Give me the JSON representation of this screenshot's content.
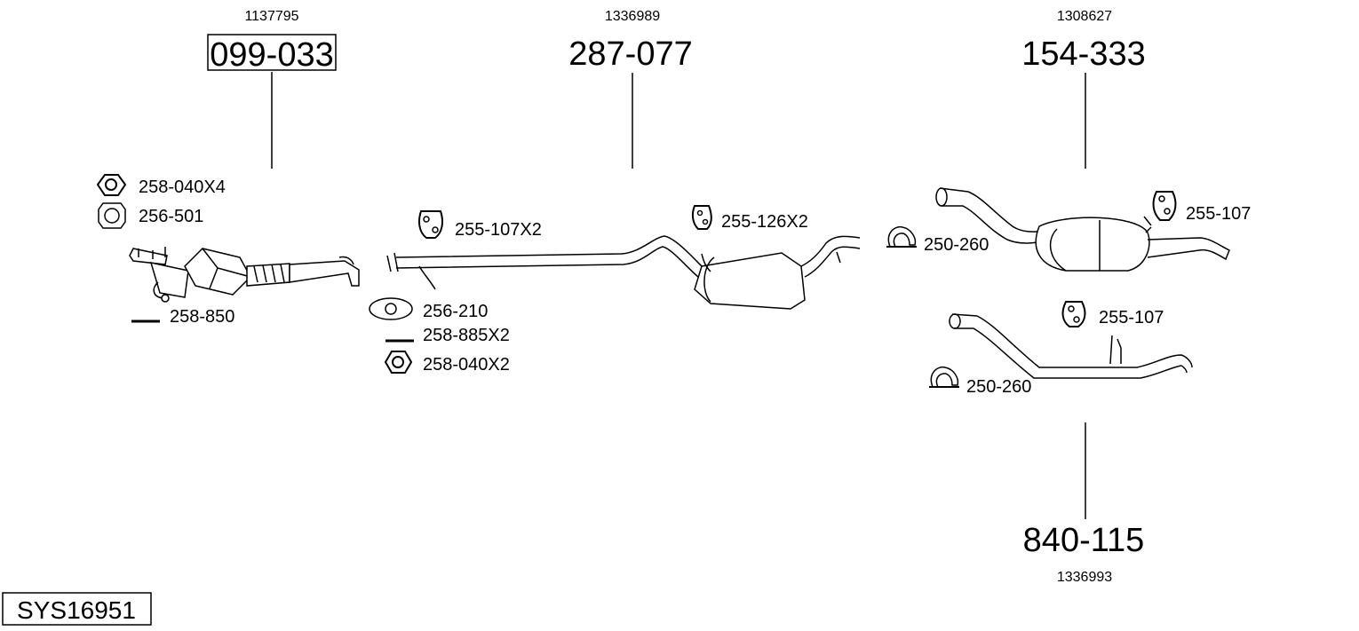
{
  "system": {
    "id": "SYS16951"
  },
  "main_parts": [
    {
      "name": "part-099-033",
      "oe_number": "1137795",
      "part_number": "099-033",
      "boxed": true
    },
    {
      "name": "part-287-077",
      "oe_number": "1336989",
      "part_number": "287-077",
      "boxed": false
    },
    {
      "name": "part-154-333",
      "oe_number": "1308627",
      "part_number": "154-333",
      "boxed": false
    },
    {
      "name": "part-840-115",
      "oe_number": "1336993",
      "part_number": "840-115",
      "boxed": false
    }
  ],
  "accessory_labels": {
    "nut_front": "258-040X4",
    "gasket_front": "256-501",
    "bolt_front": "258-850",
    "hanger_mid": "255-107X2",
    "gasket_mid": "256-210",
    "bolt_mid": "258-885X2",
    "nut_mid": "258-040X2",
    "hanger_center": "255-126X2",
    "clamp_rear_upper": "250-260",
    "hanger_rear_upper": "255-107",
    "hanger_rear_lower": "255-107",
    "clamp_rear_lower": "250-260"
  }
}
